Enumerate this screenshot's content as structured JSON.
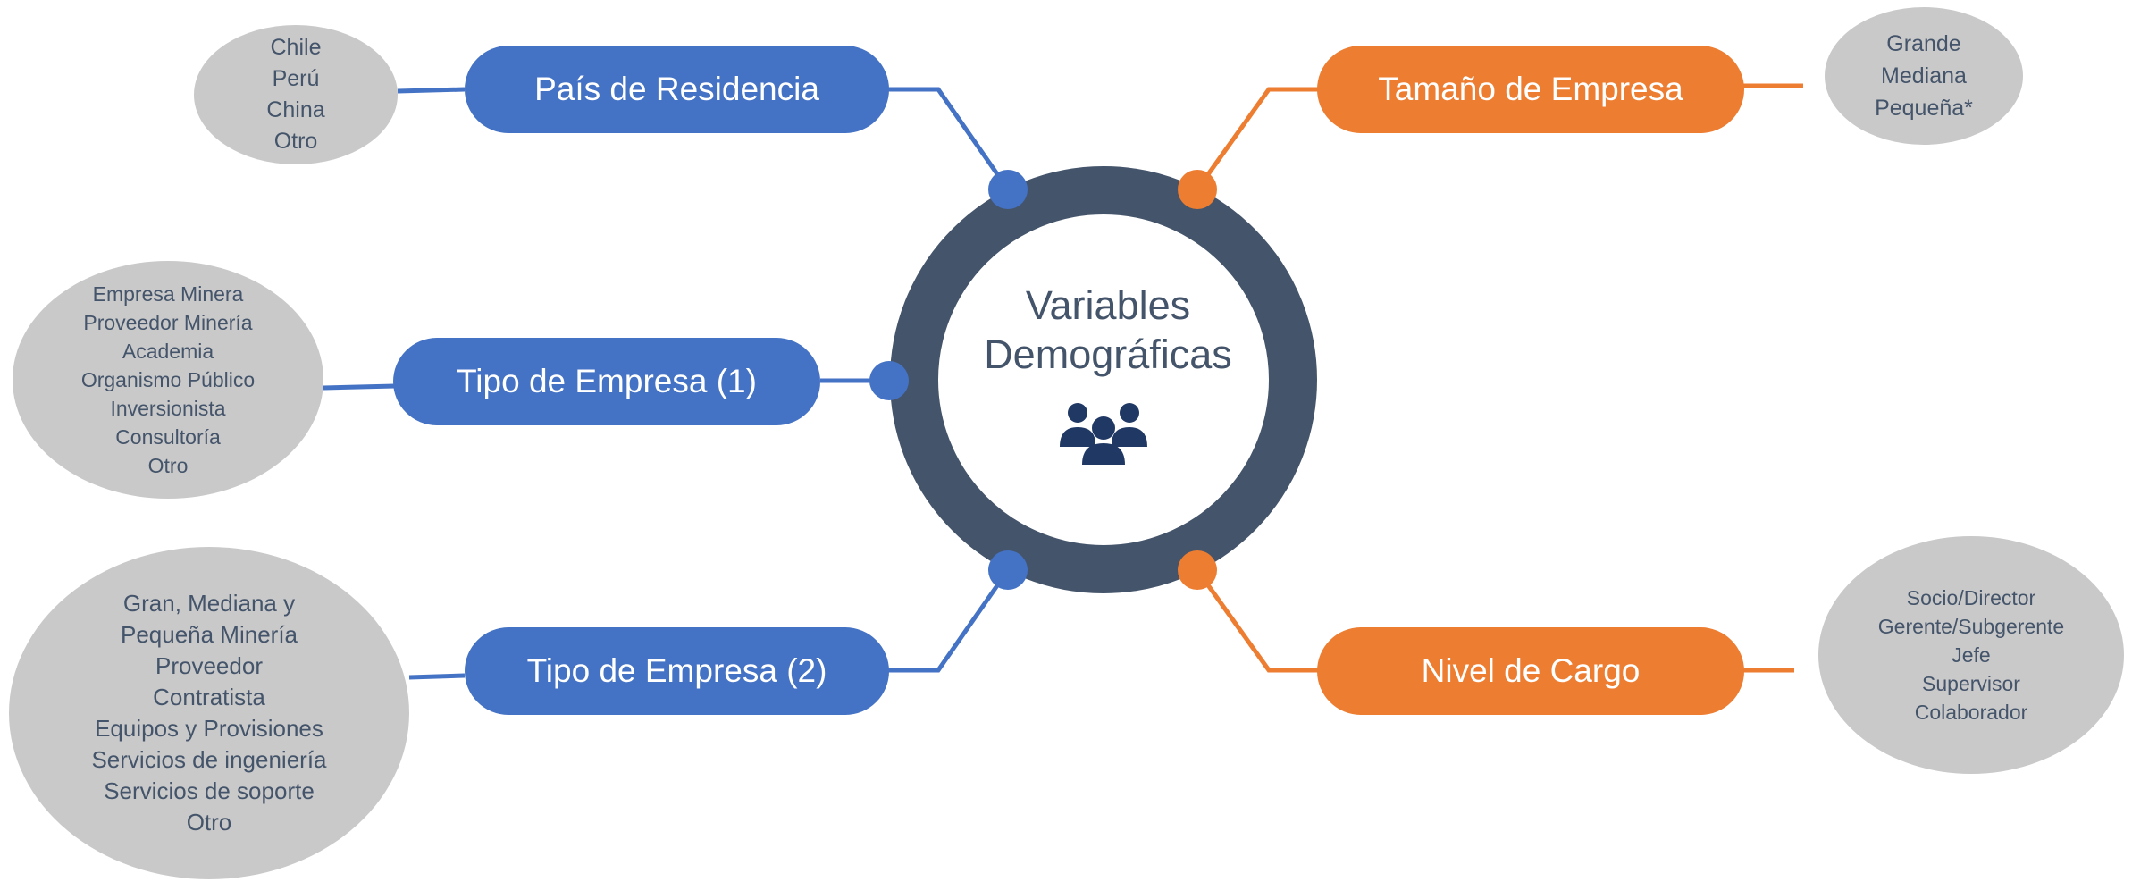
{
  "colors": {
    "accent_blue": "#4472C4",
    "accent_orange": "#ED7D31",
    "ring": "#44546A",
    "bubble": "#C9C9C9",
    "text_dark": "#44546A"
  },
  "center": {
    "title_line1": "Variables",
    "title_line2": "Demográficas",
    "icon": "people-group-icon"
  },
  "nodes": {
    "pais": {
      "label": "País de Residencia",
      "items": [
        "Chile",
        "Perú",
        "China",
        "Otro"
      ]
    },
    "tipo1": {
      "label": "Tipo de Empresa (1)",
      "items": [
        "Empresa Minera",
        "Proveedor Minería",
        "Academia",
        "Organismo Público",
        "Inversionista",
        "Consultoría",
        "Otro"
      ]
    },
    "tipo2": {
      "label": "Tipo de Empresa (2)",
      "items": [
        "Gran, Mediana y",
        "Pequeña Minería",
        "Proveedor",
        "Contratista",
        "Equipos y Provisiones",
        "Servicios de ingeniería",
        "Servicios de soporte",
        "Otro"
      ]
    },
    "tamano": {
      "label": "Tamaño de Empresa",
      "items": [
        "Grande",
        "Mediana",
        "Pequeña*"
      ]
    },
    "nivel": {
      "label": "Nivel de Cargo",
      "items": [
        "Socio/Director",
        "Gerente/Subgerente",
        "Jefe",
        "Supervisor",
        "Colaborador"
      ]
    }
  }
}
